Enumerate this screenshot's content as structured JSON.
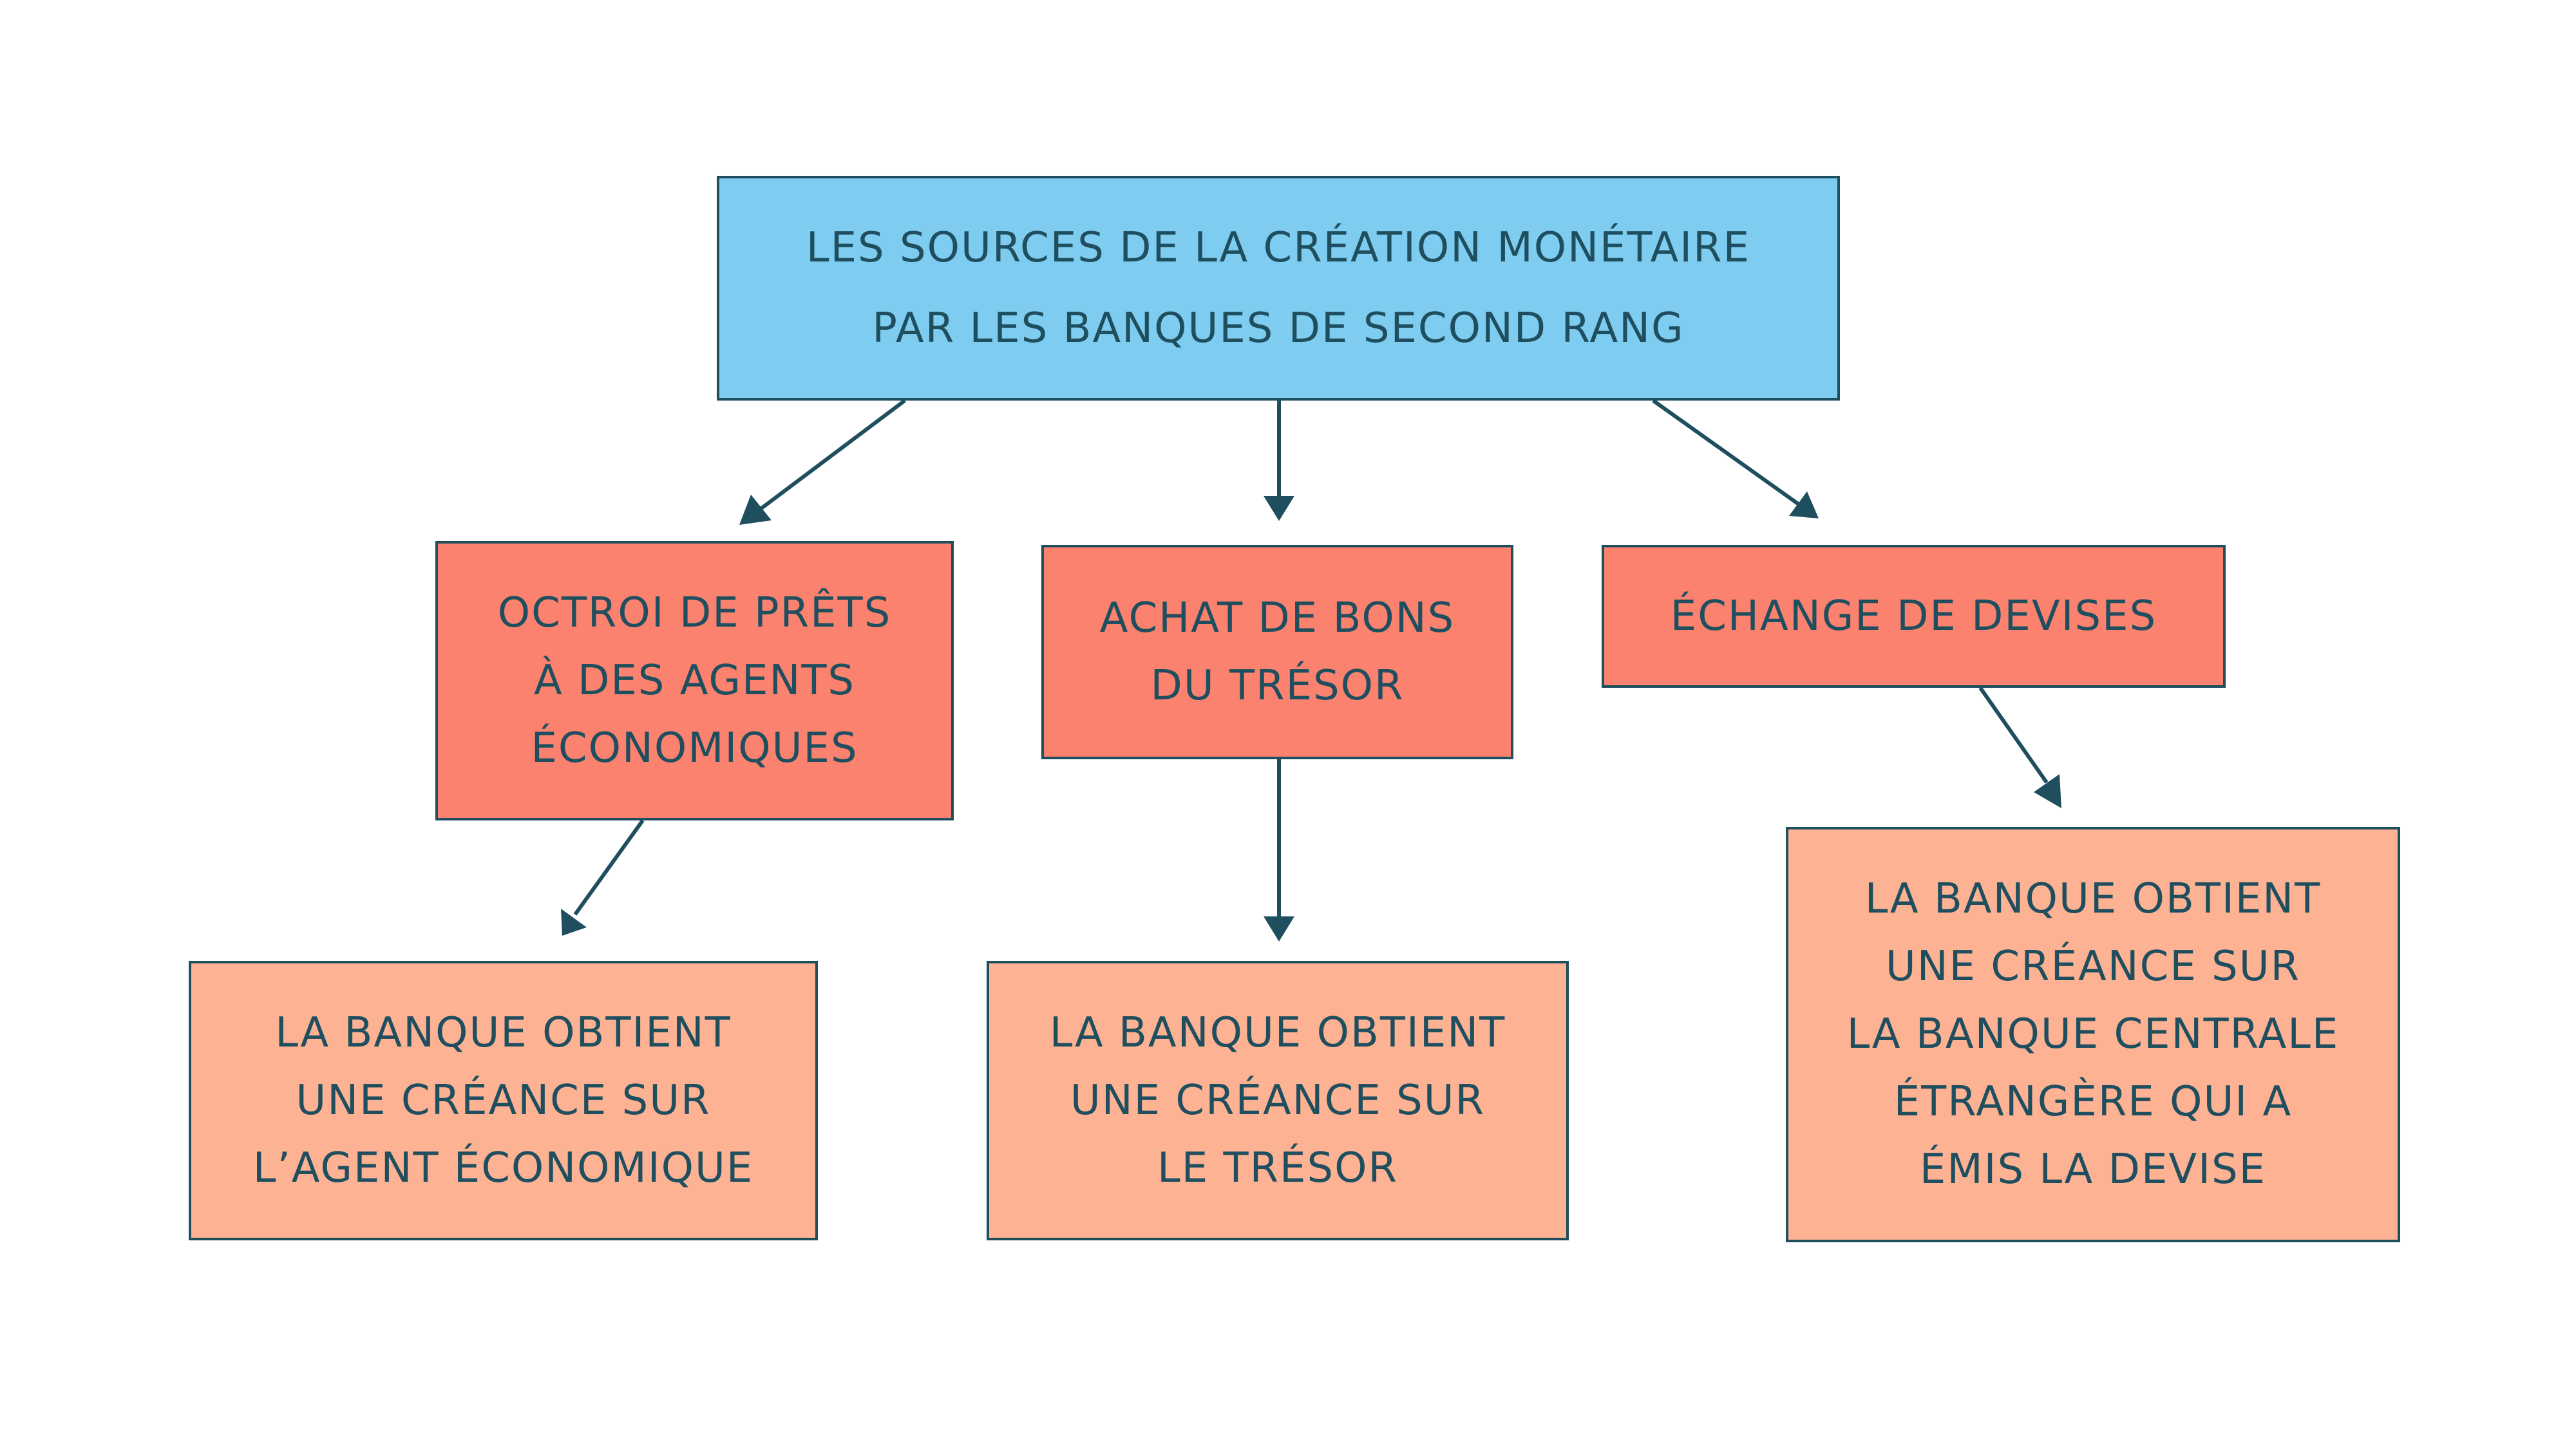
{
  "colors": {
    "root_fill": "#7ecdf0",
    "level1_fill": "#fa826e",
    "level2_fill": "#fdb293",
    "stroke": "#1f4e5f"
  },
  "nodes": {
    "root": {
      "lines": [
        "Les sources de la création monétaire",
        "par les banques de second rang"
      ]
    },
    "pret": {
      "lines": [
        "Octroi de prêts",
        "à des agents",
        "économiques"
      ]
    },
    "bons": {
      "lines": [
        "Achat de bons",
        "du Trésor"
      ]
    },
    "devises": {
      "lines": [
        "Échange de devises"
      ]
    },
    "creance_agent": {
      "lines": [
        "La banque obtient",
        "une créance sur",
        "l’agent économique"
      ]
    },
    "creance_tresor": {
      "lines": [
        "La banque obtient",
        "une créance sur",
        "le Trésor"
      ]
    },
    "creance_bc": {
      "lines": [
        "La banque obtient",
        "une créance sur",
        "la banque centrale",
        "étrangère qui a",
        "émis la devise"
      ]
    }
  },
  "edges": [
    {
      "from": "root",
      "to": "pret"
    },
    {
      "from": "root",
      "to": "bons"
    },
    {
      "from": "root",
      "to": "devises"
    },
    {
      "from": "pret",
      "to": "creance_agent"
    },
    {
      "from": "bons",
      "to": "creance_tresor"
    },
    {
      "from": "devises",
      "to": "creance_bc"
    }
  ]
}
